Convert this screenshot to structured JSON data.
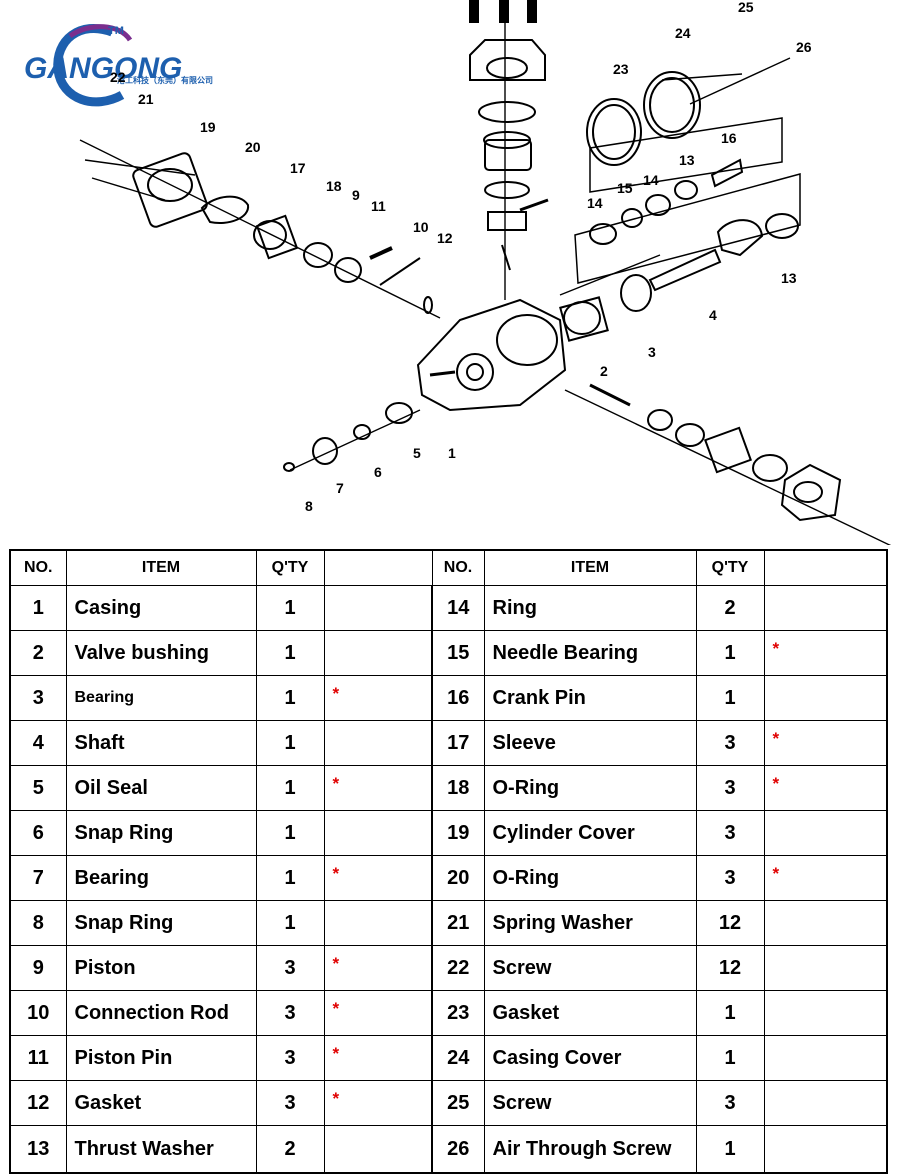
{
  "logo": {
    "text": "GANGONG",
    "tm": "TM",
    "subtitle": "港工科技（东莞）有限公司"
  },
  "diagram": {
    "callouts": [
      "1",
      "2",
      "3",
      "4",
      "5",
      "6",
      "7",
      "8",
      "9",
      "10",
      "11",
      "12",
      "13",
      "13",
      "14",
      "14",
      "15",
      "16",
      "17",
      "18",
      "19",
      "20",
      "21",
      "22",
      "23",
      "24",
      "25",
      "26"
    ]
  },
  "table": {
    "headers": {
      "no": "NO.",
      "item": "ITEM",
      "qty": "Q'TY"
    },
    "left": [
      {
        "no": "1",
        "item": "Casing",
        "qty": "1",
        "mark": ""
      },
      {
        "no": "2",
        "item": "Valve bushing",
        "qty": "1",
        "mark": ""
      },
      {
        "no": "3",
        "item": "Bearing",
        "qty": "1",
        "mark": "*"
      },
      {
        "no": "4",
        "item": "Shaft",
        "qty": "1",
        "mark": ""
      },
      {
        "no": "5",
        "item": "Oil Seal",
        "qty": "1",
        "mark": "*"
      },
      {
        "no": "6",
        "item": "Snap Ring",
        "qty": "1",
        "mark": ""
      },
      {
        "no": "7",
        "item": "Bearing",
        "qty": "1",
        "mark": "*"
      },
      {
        "no": "8",
        "item": "Snap Ring",
        "qty": "1",
        "mark": ""
      },
      {
        "no": "9",
        "item": "Piston",
        "qty": "3",
        "mark": "*"
      },
      {
        "no": "10",
        "item": "Connection Rod",
        "qty": "3",
        "mark": "*"
      },
      {
        "no": "11",
        "item": "Piston Pin",
        "qty": "3",
        "mark": "*"
      },
      {
        "no": "12",
        "item": "Gasket",
        "qty": "3",
        "mark": "*"
      },
      {
        "no": "13",
        "item": "Thrust Washer",
        "qty": "2",
        "mark": ""
      }
    ],
    "right": [
      {
        "no": "14",
        "item": "Ring",
        "qty": "2",
        "mark": ""
      },
      {
        "no": "15",
        "item": "Needle Bearing",
        "qty": "1",
        "mark": "*"
      },
      {
        "no": "16",
        "item": "Crank Pin",
        "qty": "1",
        "mark": ""
      },
      {
        "no": "17",
        "item": "Sleeve",
        "qty": "3",
        "mark": "*"
      },
      {
        "no": "18",
        "item": "O-Ring",
        "qty": "3",
        "mark": "*"
      },
      {
        "no": "19",
        "item": "Cylinder Cover",
        "qty": "3",
        "mark": ""
      },
      {
        "no": "20",
        "item": "O-Ring",
        "qty": "3",
        "mark": "*"
      },
      {
        "no": "21",
        "item": "Spring Washer",
        "qty": "12",
        "mark": ""
      },
      {
        "no": "22",
        "item": "Screw",
        "qty": "12",
        "mark": ""
      },
      {
        "no": "23",
        "item": "Gasket",
        "qty": "1",
        "mark": ""
      },
      {
        "no": "24",
        "item": "Casing Cover",
        "qty": "1",
        "mark": ""
      },
      {
        "no": "25",
        "item": "Screw",
        "qty": "3",
        "mark": ""
      },
      {
        "no": "26",
        "item": "Air Through Screw",
        "qty": "1",
        "mark": ""
      }
    ]
  }
}
